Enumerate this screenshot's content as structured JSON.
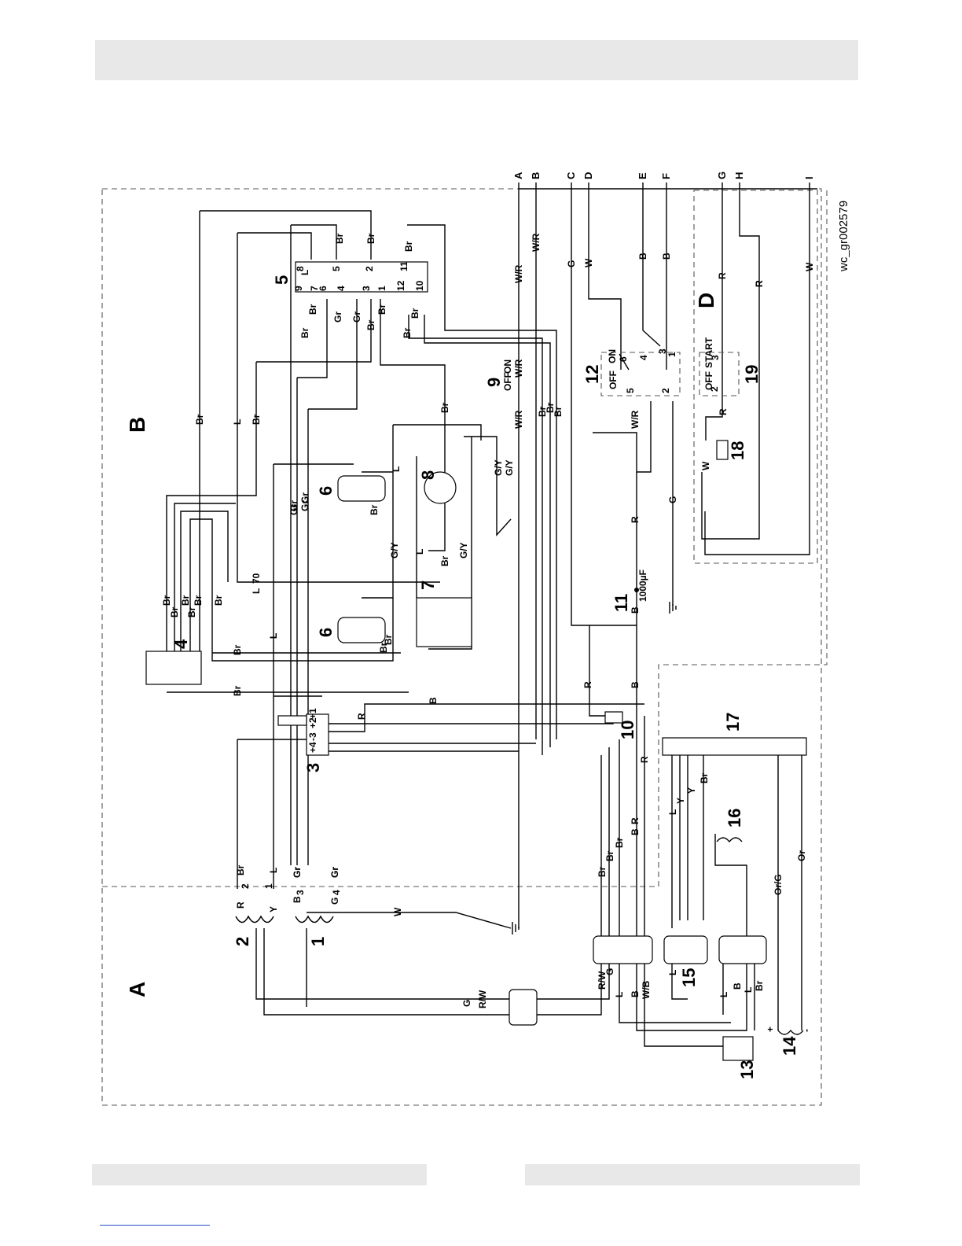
{
  "diagram": {
    "drawing_id": "wc_gr002579",
    "zones": [
      "A",
      "B",
      "D"
    ],
    "terminals": [
      "A",
      "B",
      "C",
      "D",
      "E",
      "F",
      "G",
      "H",
      "I"
    ],
    "components": [
      "1",
      "2",
      "3",
      "4",
      "5",
      "6",
      "6",
      "7",
      "8",
      "9",
      "10",
      "11",
      "12",
      "13",
      "14",
      "15",
      "16",
      "17",
      "18",
      "19"
    ],
    "wire_labels": {
      "w1": "W/R",
      "w2": "W/R",
      "w3": "G",
      "w4": "W",
      "w5": "B",
      "w6": "B",
      "w7": "R",
      "w8": "R",
      "w9": "W",
      "w10": "Br",
      "w11": "L",
      "w12": "Br",
      "w13": "Br",
      "w14": "Br",
      "w15": "L",
      "w16": "Br",
      "w17": "Br",
      "w18": "Br",
      "w19": "Gr",
      "w20": "Gr",
      "w21": "Br",
      "w22": "Br",
      "w23": "Br",
      "w24": "Br",
      "w25": "Br",
      "w26": "W/R",
      "w27": "W/R",
      "w28": "Br",
      "w29": "Br",
      "w30": "Br",
      "w31": "G/Y",
      "w32": "G/Y",
      "w33": "G/Y",
      "w34": "G/Y",
      "w35": "L",
      "w36": "Br",
      "w37": "L",
      "w38": "L",
      "w39": "Br",
      "w40": "Br",
      "w41": "Br",
      "w42": "Br",
      "w43": "Br",
      "w44": "Br",
      "w45": "Br",
      "w46": "Br",
      "w47": "Br",
      "w48": "Gr",
      "w49": "Gr",
      "w50": "L",
      "w51": "Br",
      "w52": "Br",
      "w53": "R",
      "w54": "B",
      "w55": "R",
      "w56": "B",
      "w57": "W/R",
      "w58": "R",
      "w59": "G",
      "w60": "R",
      "w61": "W",
      "w62": "R",
      "w63": "B",
      "w64": "R",
      "w65": "B",
      "w66": "R",
      "w67": "Br",
      "w68": "Br",
      "w69": "Br",
      "w70": "L",
      "w71": "Y",
      "w72": "Y",
      "w73": "Br",
      "w74": "Or/G",
      "w75": "Or",
      "w76": "Br",
      "w77": "L",
      "w78": "Gr",
      "w79": "Gr",
      "w80": "R",
      "w81": "Y",
      "w82": "B",
      "w83": "G",
      "w84": "W",
      "w85": "R/W",
      "w86": "G",
      "w87": "L",
      "w88": "B",
      "w89": "W/B",
      "w90": "L",
      "w91": "B",
      "w92": "Br",
      "w93": "L",
      "w94": "R/W",
      "w95": "G",
      "w96": "L",
      "w97": "Gr",
      "w98": "Gr",
      "w99": "L",
      "w100": "Gr",
      "w101": "Gr"
    },
    "terminal_numbers": {
      "t1": "2",
      "t2": "1",
      "t3": "3",
      "t4": "4",
      "t5": "+4",
      "t6": "-3",
      "t7": "+2",
      "t8": "+1",
      "t9": "70",
      "t10": "+",
      "t11": "-",
      "s1": "9",
      "s2": "8",
      "s3": "7",
      "s4": "6",
      "s5": "5",
      "s6": "4",
      "s7": "3",
      "s8": "2",
      "s9": "1",
      "s10": "12",
      "s11": "11",
      "s12": "10",
      "k1": "6",
      "k2": "4",
      "k3": "3",
      "k4": "1",
      "k5": "5",
      "k6": "2",
      "k7": "3",
      "k8": "2",
      "k9": "ON",
      "k10": "OFF",
      "k11": "START",
      "k12": "OFF",
      "k13": "ON",
      "k14": "OFF",
      "cap": "1000µF"
    }
  }
}
